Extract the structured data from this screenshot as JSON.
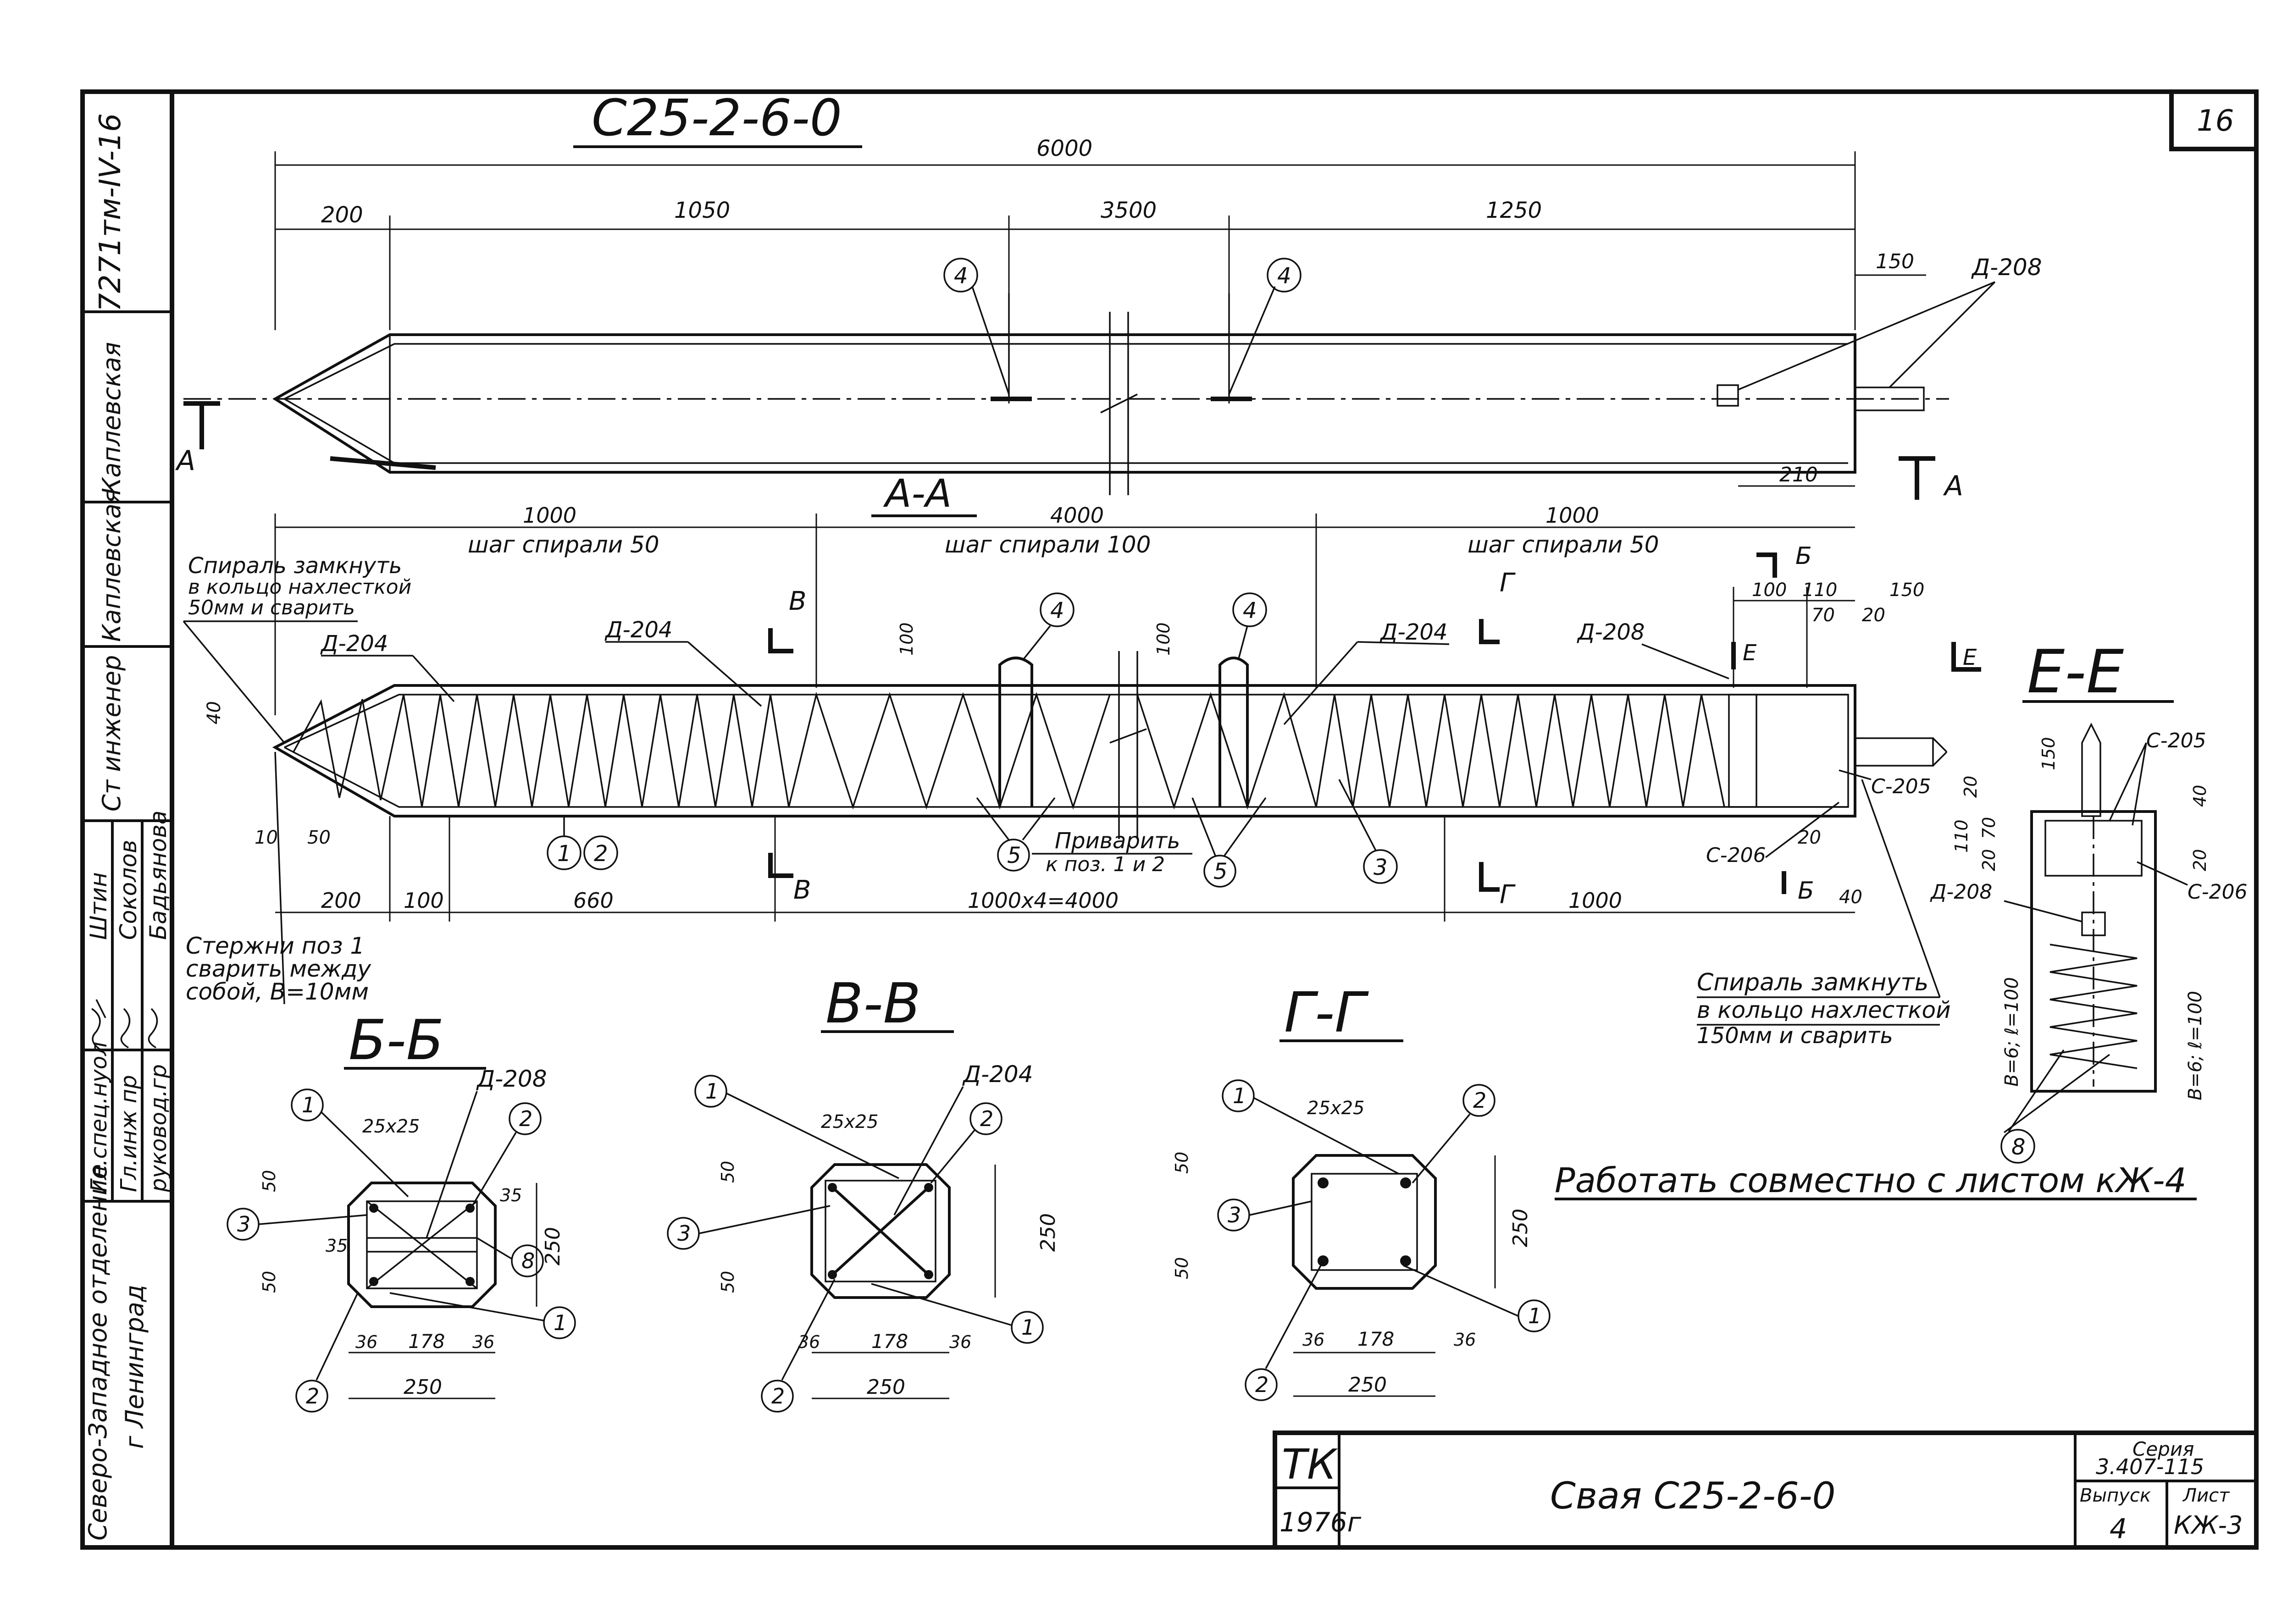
{
  "drawing": {
    "title": "С25-2-6-0",
    "sheet_corner_number": "16",
    "side_code": "7271тм-IV-16",
    "elevation_labels": {
      "total_length": "6000",
      "seg_200": "200",
      "seg_1050": "1050",
      "seg_3500": "3500",
      "seg_1250": "1250",
      "dim_150": "150",
      "dim_210": "210",
      "part_d208": "Д-208",
      "mark_4a": "4",
      "mark_4b": "4",
      "section_mark_left": "А",
      "section_mark_right": "А"
    },
    "section_aa": {
      "title": "А-А",
      "dim_1000_left": "1000",
      "dim_4000": "4000",
      "dim_1000_right": "1000",
      "pitch_left": "шаг спирали 50",
      "pitch_mid": "шаг спирали 100",
      "pitch_right": "шаг спирали 50",
      "note_spiral_left_1": "Спираль замкнуть",
      "note_spiral_left_2": "в кольцо нахлесткой",
      "note_spiral_left_3": "50мм и сварить",
      "d204_left": "Д-204",
      "d204_mid": "Д-204",
      "d204_right": "Д-204",
      "d208": "Д-208",
      "dim_40": "40",
      "dim_10": "10",
      "dim_50": "50",
      "dim_100_a": "100",
      "dim_100_b": "100",
      "dim_100_top": "100",
      "dim_110": "110",
      "dim_150": "150",
      "dim_70": "70",
      "dim_20": "20",
      "dim_20b": "20",
      "dim_40b": "40",
      "c205": "С-205",
      "c206": "С-206",
      "mark_1": "1",
      "mark_2": "2",
      "mark_3": "3",
      "mark_4a": "4",
      "mark_4b": "4",
      "mark_5a": "5",
      "mark_5b": "5",
      "weld_note_1": "Приварить",
      "weld_note_2": "к поз. 1 и 2",
      "bot_200": "200",
      "bot_100": "100",
      "bot_660": "660",
      "bot_4000": "1000х4=4000",
      "bot_1000": "1000",
      "cut_b": "В",
      "cut_b2": "В",
      "cut_g": "Г",
      "cut_g2": "Г",
      "cut_bb": "Б",
      "cut_bb2": "Б",
      "cut_e": "Е",
      "cut_e2": "Е"
    },
    "notes": {
      "rods_note_1": "Стержни поз 1",
      "rods_note_2": "сварить между",
      "rods_note_3": "собой, В=10мм",
      "spiral_right_1": "Спираль замкнуть",
      "spiral_right_2": "в кольцо нахлесткой",
      "spiral_right_3": "150мм и сварить",
      "work_with": "Работать совместно с листом кЖ-4"
    },
    "section_bb": {
      "title": "Б-Б",
      "d208": "Д-208",
      "size_25x25": "25х25",
      "d_50a": "50",
      "d_50b": "50",
      "d_35a": "35",
      "d_35b": "35",
      "d_250v": "250",
      "d_36a": "36",
      "d_178": "178",
      "d_36b": "36",
      "d_250h": "250",
      "m1a": "1",
      "m2a": "2",
      "m3": "3",
      "m8": "8",
      "m1b": "1",
      "m2b": "2"
    },
    "section_vv": {
      "title": "В-В",
      "d204": "Д-204",
      "size_25x25": "25х25",
      "d_50a": "50",
      "d_50b": "50",
      "d_250v": "250",
      "d_36a": "36",
      "d_178": "178",
      "d_36b": "36",
      "d_250h": "250",
      "m1a": "1",
      "m2a": "2",
      "m3": "3",
      "m1b": "1",
      "m2b": "2"
    },
    "section_gg": {
      "title": "Г-Г",
      "size_25x25": "25х25",
      "d_50a": "50",
      "d_50b": "50",
      "d_250v": "250",
      "d_36a": "36",
      "d_178": "178",
      "d_36b": "36",
      "d_250h": "250",
      "m1a": "1",
      "m2a": "2",
      "m3": "3",
      "m1b": "1",
      "m2b": "2"
    },
    "section_ee": {
      "title": "Е-Е",
      "c205": "С-205",
      "c206": "С-206",
      "d208": "Д-208",
      "d_150": "150",
      "d_40": "40",
      "d_20a": "20",
      "d_70": "70",
      "d_110": "110",
      "d_20b": "20",
      "d_20c": "20",
      "spiral_left": "В=6; ℓ=100",
      "spiral_right": "В=6; ℓ=100",
      "m8": "8"
    },
    "side_stamp": {
      "org_1": "Северо-Западное отделение",
      "org_2": "г Ленинград",
      "role_1": "Гл.спец.нуол",
      "role_2": "Гл.инж пр",
      "role_3": "руковод.гр",
      "name_1": "Штин",
      "name_2": "Соколов",
      "name_3": "Бадьянова",
      "role_4": "Ст инженер",
      "name_4": "Каплевская",
      "name_5": "Каплевская"
    },
    "title_block": {
      "org": "ТК",
      "year": "1976г",
      "name": "Свая С25-2-6-0",
      "series_label": "Серия",
      "series": "3.407-115",
      "issue_label": "Выпуск",
      "issue": "4",
      "sheet_label": "Лист",
      "sheet": "КЖ-3"
    }
  }
}
